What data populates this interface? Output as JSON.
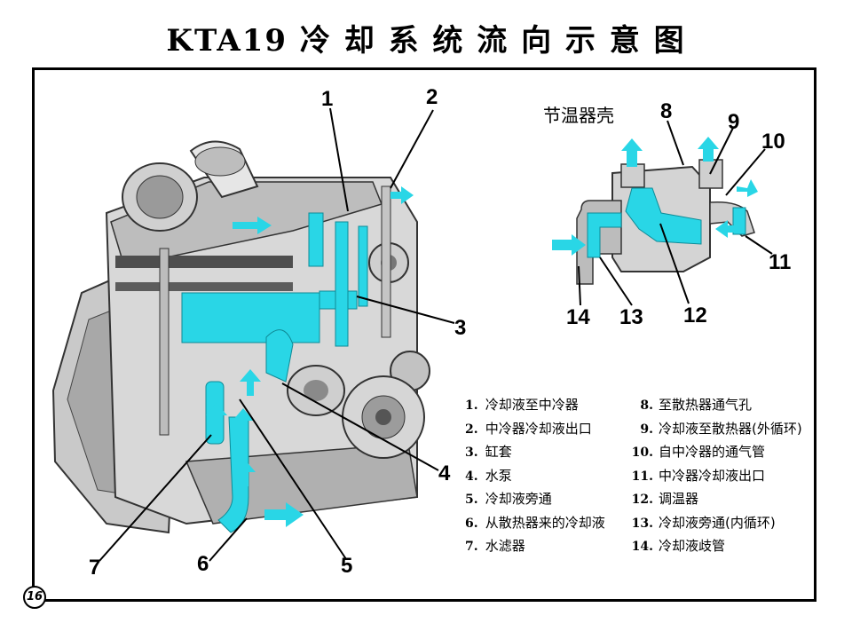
{
  "title": "KTA19 冷 却 系 统 流 向 示 意 图",
  "thermostat_housing_label": "节温器壳",
  "page_number": "16",
  "callouts": [
    "1",
    "2",
    "3",
    "4",
    "5",
    "6",
    "7",
    "8",
    "9",
    "10",
    "11",
    "12",
    "13",
    "14"
  ],
  "legend_col1": [
    {
      "num": "1.",
      "text": "冷却液至中冷器"
    },
    {
      "num": "2.",
      "text": "中冷器冷却液出口"
    },
    {
      "num": "3.",
      "text": "缸套"
    },
    {
      "num": "4.",
      "text": "水泵"
    },
    {
      "num": "5.",
      "text": "冷却液旁通"
    },
    {
      "num": "6.",
      "text": "从散热器来的冷却液"
    },
    {
      "num": "7.",
      "text": "水滤器"
    }
  ],
  "legend_col2": [
    {
      "num": "8.",
      "text": "至散热器通气孔"
    },
    {
      "num": "9.",
      "text": "冷却液至散热器(外循环)"
    },
    {
      "num": "10.",
      "text": "自中冷器的通气管"
    },
    {
      "num": "11.",
      "text": "中冷器冷却液出口"
    },
    {
      "num": "12.",
      "text": "调温器"
    },
    {
      "num": "13.",
      "text": "冷却液旁通(内循环)"
    },
    {
      "num": "14.",
      "text": "冷却液歧管"
    }
  ],
  "colors": {
    "coolant": "#29d6e6",
    "engine_light": "#e3e3e3",
    "engine_mid": "#b9b9b9",
    "engine_dark": "#5a5a5a"
  }
}
